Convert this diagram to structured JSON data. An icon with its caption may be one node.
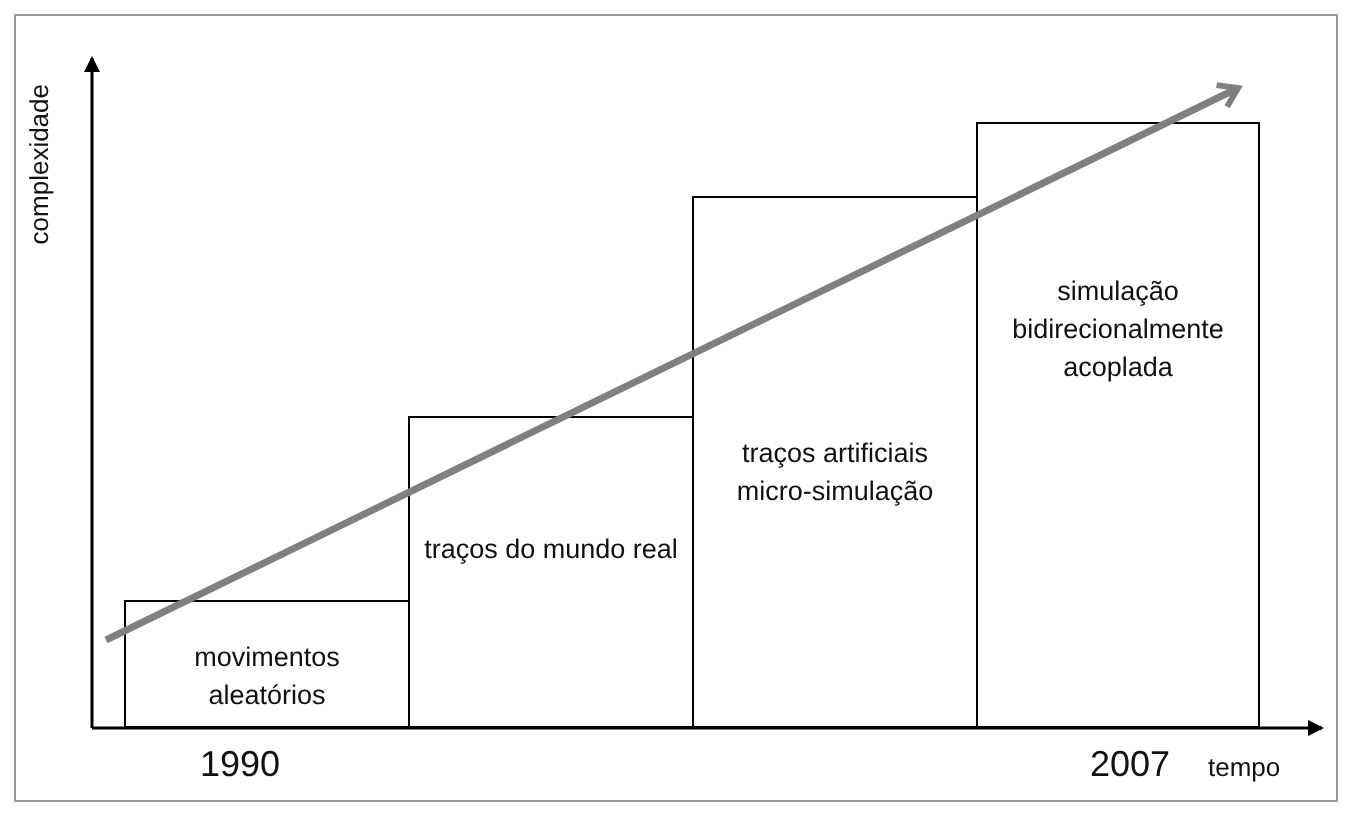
{
  "diagram": {
    "nodes": [
      {
        "text": [
          "movimentos aleatórios"
        ]
      },
      {
        "text": [
          "traços do mundo real"
        ]
      },
      {
        "text": [
          "traços artificiais micro-simulação"
        ]
      },
      {
        "text": [
          "simulação bidirecionalmente acoplada"
        ]
      }
    ],
    "labels": [
      "complexidade",
      "1990",
      "2007",
      "tempo"
    ]
  }
}
